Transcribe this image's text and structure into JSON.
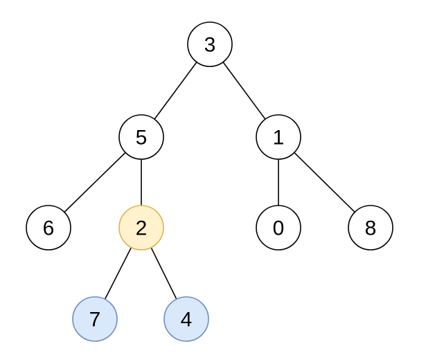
{
  "tree": {
    "nodes": [
      {
        "id": "n3",
        "label": "3",
        "state": "normal"
      },
      {
        "id": "n5",
        "label": "5",
        "state": "normal"
      },
      {
        "id": "n1",
        "label": "1",
        "state": "normal"
      },
      {
        "id": "n6",
        "label": "6",
        "state": "normal"
      },
      {
        "id": "n2",
        "label": "2",
        "state": "highlight-target"
      },
      {
        "id": "n0",
        "label": "0",
        "state": "normal"
      },
      {
        "id": "n8",
        "label": "8",
        "state": "normal"
      },
      {
        "id": "n7",
        "label": "7",
        "state": "highlight-child"
      },
      {
        "id": "n4",
        "label": "4",
        "state": "highlight-child"
      }
    ],
    "edges": [
      [
        "n3",
        "n5"
      ],
      [
        "n3",
        "n1"
      ],
      [
        "n5",
        "n6"
      ],
      [
        "n5",
        "n2"
      ],
      [
        "n1",
        "n0"
      ],
      [
        "n1",
        "n8"
      ],
      [
        "n2",
        "n7"
      ],
      [
        "n2",
        "n4"
      ]
    ],
    "colors": {
      "normal_fill": "#ffffff",
      "normal_stroke": "#000000",
      "highlight-target_fill": "#fff2cc",
      "highlight-target_stroke": "#d6b656",
      "highlight-child_fill": "#dae8fc",
      "highlight-child_stroke": "#6c8ebf",
      "edge": "#000000"
    }
  }
}
